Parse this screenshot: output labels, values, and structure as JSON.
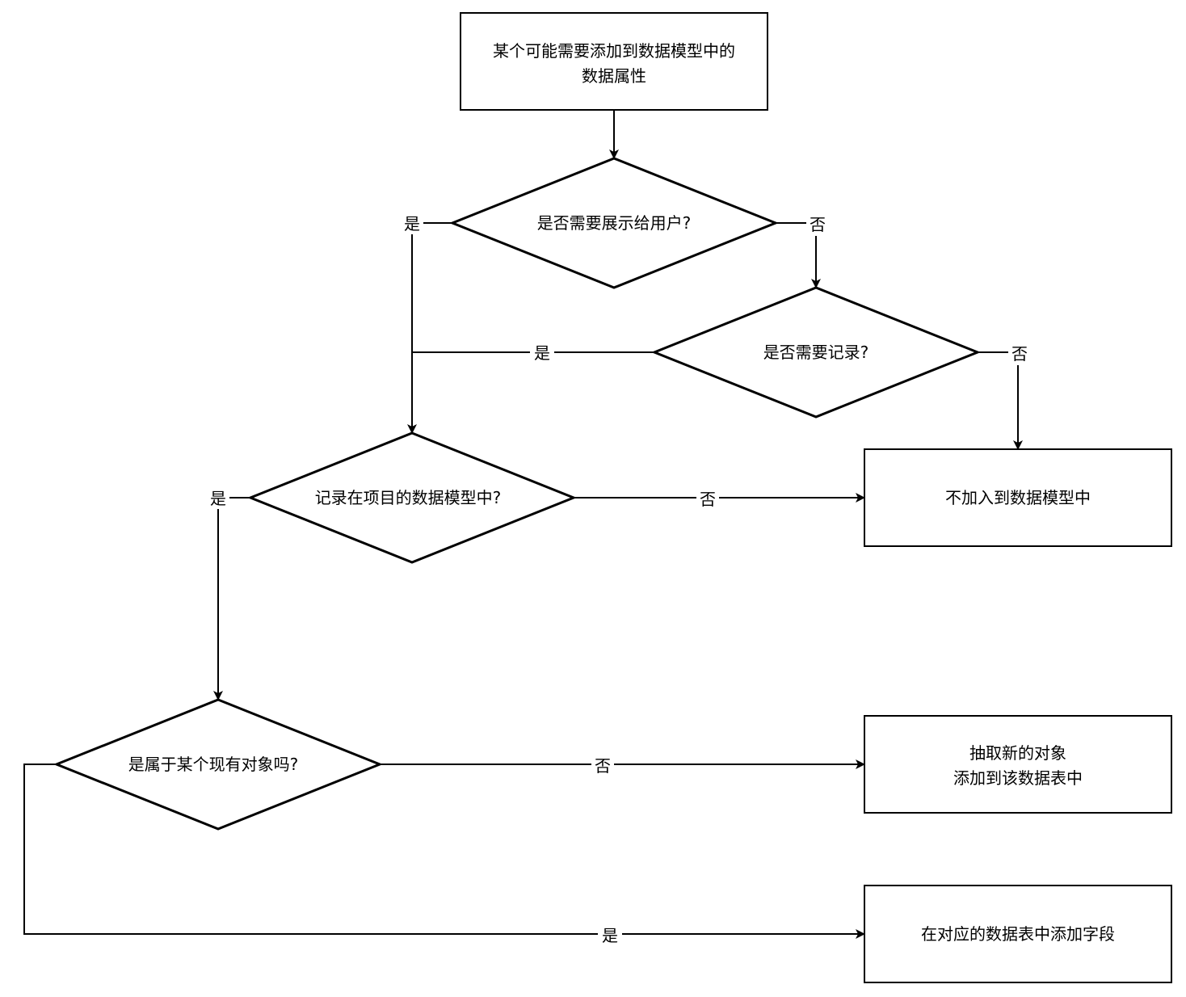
{
  "nodes": {
    "start_line1": "某个可能需要添加到数据模型中的",
    "start_line2": "数据属性",
    "q_show": "是否需要展示给用户?",
    "q_record": "是否需要记录?",
    "q_in_project": "记录在项目的数据模型中?",
    "q_existing": "是属于某个现有对象吗?",
    "r_not_add": "不加入到数据模型中",
    "r_extract_line1": "抽取新的对象",
    "r_extract_line2": "添加到该数据表中",
    "r_add_field": "在对应的数据表中添加字段"
  },
  "edges": {
    "show_yes": "是",
    "show_no": "否",
    "record_yes": "是",
    "record_no": "否",
    "inproj_yes": "是",
    "inproj_no": "否",
    "existing_no": "否",
    "existing_yes": "是"
  },
  "colors": {
    "stroke": "#000000",
    "background": "#ffffff"
  }
}
